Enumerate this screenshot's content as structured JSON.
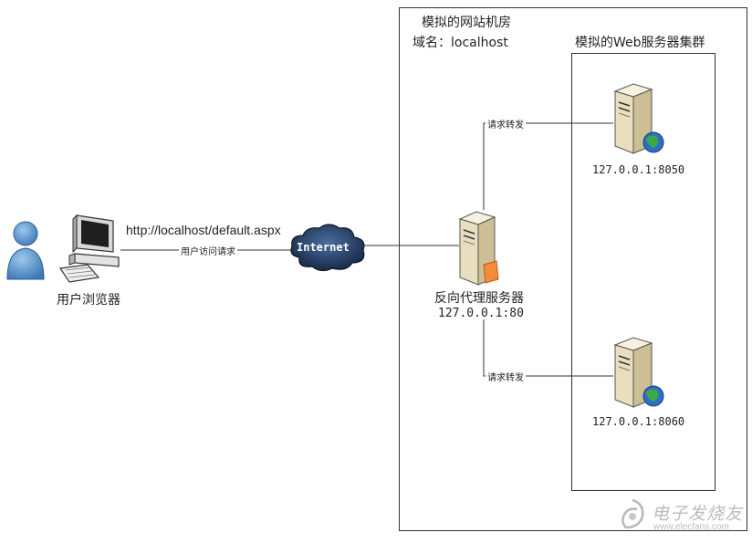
{
  "diagram": {
    "datacenter": {
      "title": "模拟的网站机房",
      "domain_label": "域名：localhost"
    },
    "cluster": {
      "title": "模拟的Web服务器集群"
    },
    "user": {
      "label": "用户浏览器",
      "url": "http://localhost/default.aspx",
      "request_label": "用户访问请求"
    },
    "internet": {
      "label": "Internet"
    },
    "proxy": {
      "name": "反向代理服务器",
      "address": "127.0.0.1:80"
    },
    "servers": [
      {
        "address": "127.0.0.1:8050",
        "forward_label": "请求转发"
      },
      {
        "address": "127.0.0.1:8060",
        "forward_label": "请求转发"
      }
    ],
    "watermark": {
      "text": "电子发烧友",
      "url": "www.elecfans.com"
    }
  }
}
